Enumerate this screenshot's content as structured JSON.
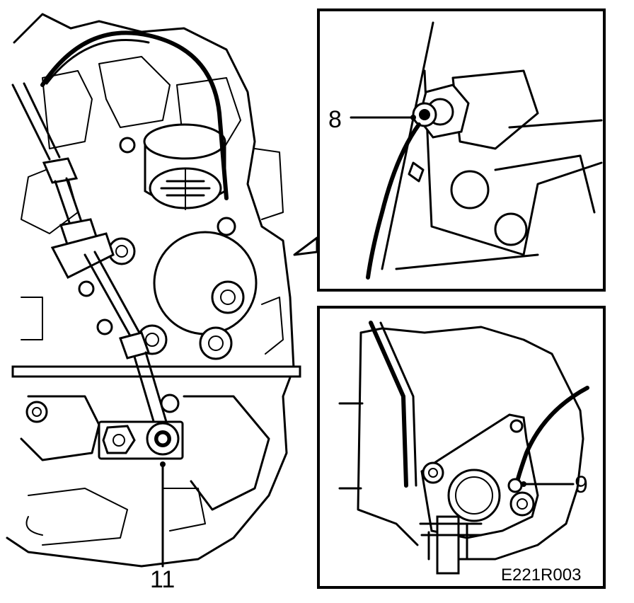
{
  "callouts": {
    "c11": "11",
    "c8": "8",
    "c9": "9"
  },
  "figure_code": "E221R003"
}
